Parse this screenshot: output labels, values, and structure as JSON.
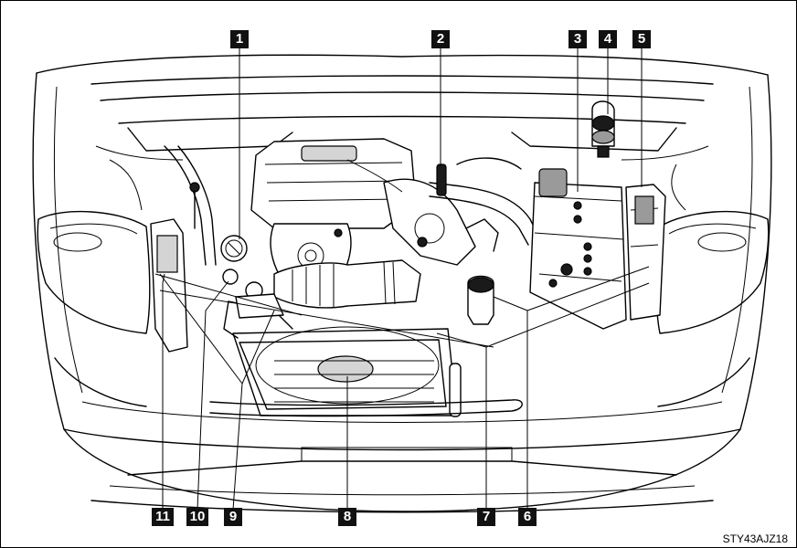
{
  "labels": [
    "1",
    "2",
    "3",
    "4",
    "5",
    "6",
    "7",
    "8",
    "9",
    "10",
    "11"
  ],
  "figure_code": "STY43AJZ18"
}
